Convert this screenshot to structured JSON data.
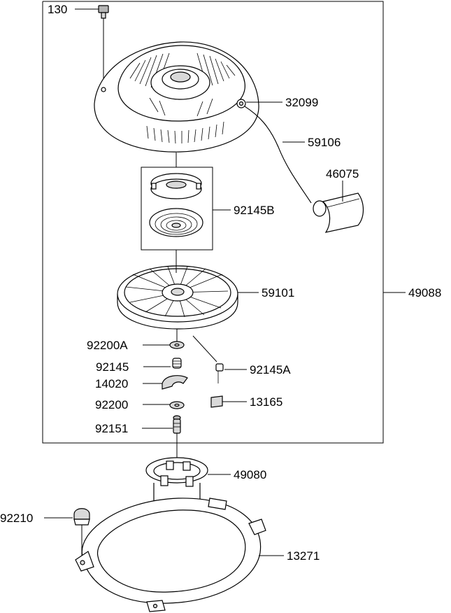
{
  "labels": {
    "p130": "130",
    "p32099": "32099",
    "p59106": "59106",
    "p46075": "46075",
    "p92145B": "92145B",
    "p59101": "59101",
    "p49088": "49088",
    "p92200A": "92200A",
    "p92145": "92145",
    "p92145A": "92145A",
    "p14020": "14020",
    "p13165": "13165",
    "p92200": "92200",
    "p92151": "92151",
    "p49080": "49080",
    "p92210": "92210",
    "p13271": "13271"
  }
}
